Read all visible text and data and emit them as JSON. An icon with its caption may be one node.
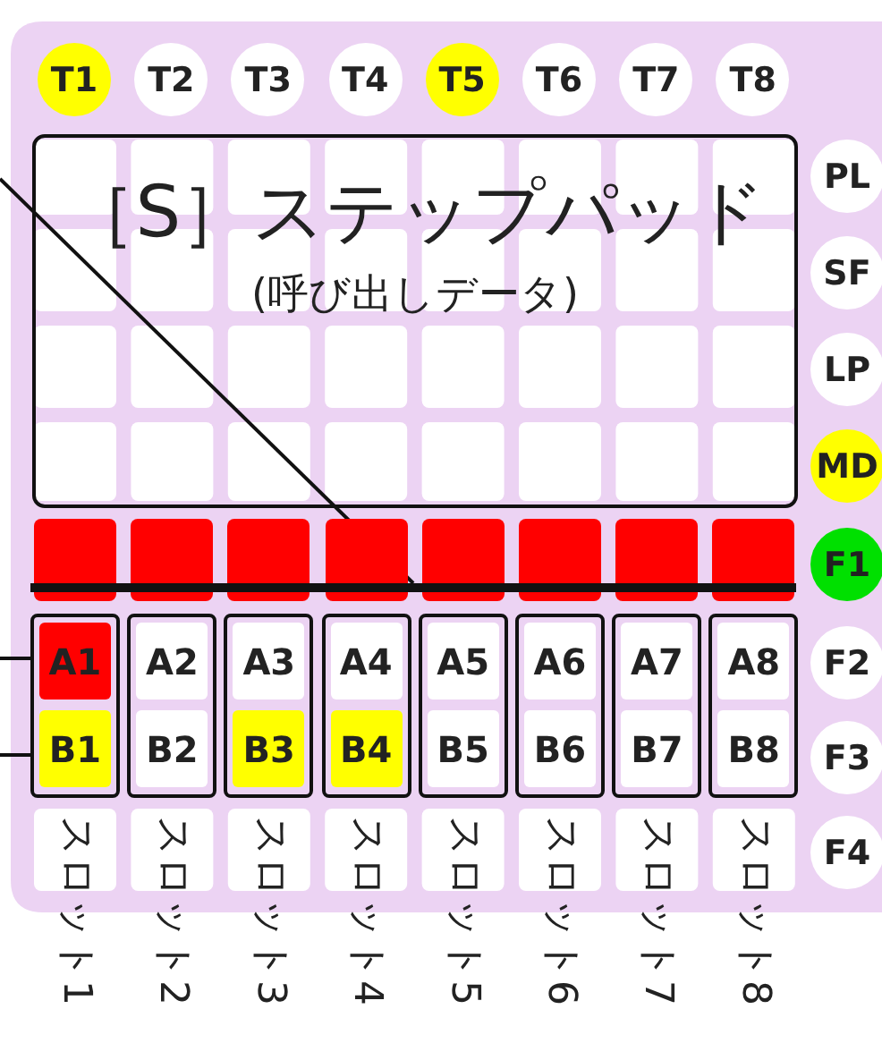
{
  "diagram": {
    "nodes": [
      {
        "text": [
          "T1"
        ]
      },
      {
        "text": [
          "T2"
        ]
      },
      {
        "text": [
          "T3"
        ]
      },
      {
        "text": [
          "T4"
        ]
      },
      {
        "text": [
          "T5"
        ]
      },
      {
        "text": [
          "T6"
        ]
      },
      {
        "text": [
          "T7"
        ]
      },
      {
        "text": [
          "T8"
        ]
      },
      {
        "text": [
          "［S］ステップパッド",
          "(呼び出しデータ)"
        ]
      },
      {
        "text": [
          "PL"
        ]
      },
      {
        "text": [
          "SF"
        ]
      },
      {
        "text": [
          "LP"
        ]
      },
      {
        "text": [
          "MD"
        ]
      },
      {
        "text": [
          "F1"
        ]
      },
      {
        "text": [
          "F2"
        ]
      },
      {
        "text": [
          "F3"
        ]
      },
      {
        "text": [
          "F4"
        ]
      },
      {
        "text": [],
        "shape": "box"
      },
      {
        "text": [],
        "shape": "box"
      },
      {
        "text": [],
        "shape": "box"
      },
      {
        "text": [],
        "shape": "box"
      },
      {
        "text": [],
        "shape": "box"
      },
      {
        "text": [],
        "shape": "box"
      },
      {
        "text": [],
        "shape": "box"
      },
      {
        "text": [],
        "shape": "box"
      },
      {
        "text": [],
        "shape": "bar"
      },
      {
        "text": [],
        "shape": "box"
      },
      {
        "text": [
          "A1"
        ],
        "in": 26
      },
      {
        "text": [
          "B1"
        ],
        "in": 26
      },
      {
        "text": [],
        "shape": "box"
      },
      {
        "text": [
          "A2"
        ],
        "in": 29
      },
      {
        "text": [
          "B2"
        ],
        "in": 29
      },
      {
        "text": [],
        "shape": "box"
      },
      {
        "text": [
          "A3"
        ],
        "in": 32
      },
      {
        "text": [
          "B3"
        ],
        "in": 32
      },
      {
        "text": [],
        "shape": "box"
      },
      {
        "text": [
          "A4"
        ],
        "in": 35
      },
      {
        "text": [
          "B4"
        ],
        "in": 35
      },
      {
        "text": [],
        "shape": "box"
      },
      {
        "text": [
          "A5"
        ],
        "in": 38
      },
      {
        "text": [
          "B5"
        ],
        "in": 38
      },
      {
        "text": [],
        "shape": "box"
      },
      {
        "text": [
          "A6"
        ],
        "in": 41
      },
      {
        "text": [
          "B6"
        ],
        "in": 41
      },
      {
        "text": [],
        "shape": "box"
      },
      {
        "text": [
          "A7"
        ],
        "in": 44
      },
      {
        "text": [
          "B7"
        ],
        "in": 44
      },
      {
        "text": [],
        "shape": "box"
      },
      {
        "text": [
          "A8"
        ],
        "in": 47
      },
      {
        "text": [
          "B8"
        ],
        "in": 47
      },
      {
        "text": [
          "スロット1"
        ]
      },
      {
        "text": [
          "スロット2"
        ]
      },
      {
        "text": [
          "スロット3"
        ]
      },
      {
        "text": [
          "スロット4"
        ]
      },
      {
        "text": [
          "スロット5"
        ]
      },
      {
        "text": [
          "スロット6"
        ]
      },
      {
        "text": [
          "スロット7"
        ]
      },
      {
        "text": [
          "スロット8"
        ]
      }
    ],
    "edges": [
      {
        "from": null,
        "to": 25,
        "arrow": "none"
      },
      {
        "from": null,
        "to": 27,
        "arrow": "none"
      },
      {
        "from": null,
        "to": 28,
        "arrow": "none"
      }
    ]
  }
}
